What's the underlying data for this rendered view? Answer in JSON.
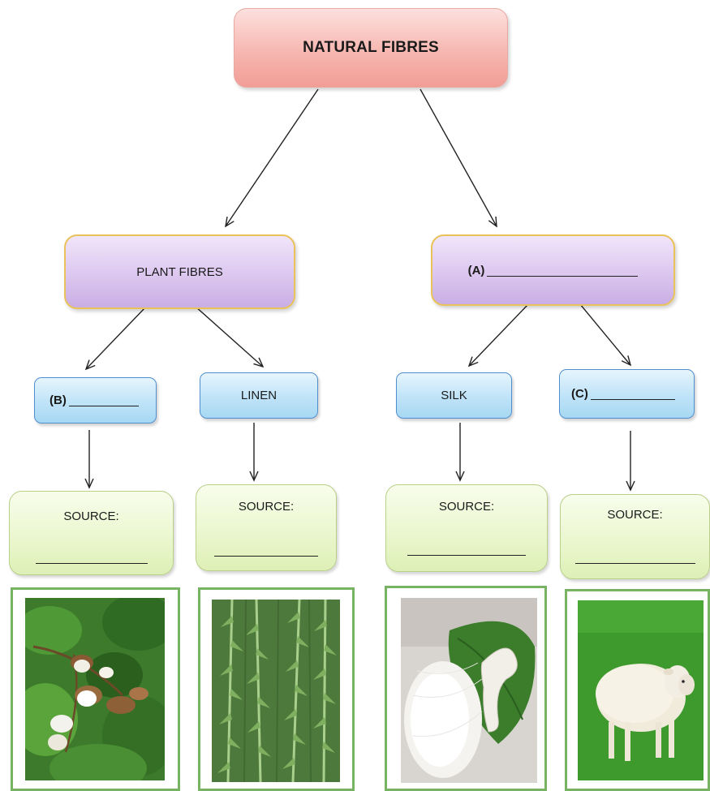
{
  "diagram": {
    "root": {
      "label": "NATURAL FIBRES"
    },
    "categories": [
      {
        "label": "PLANT FIBRES"
      },
      {
        "label": "(A)"
      }
    ],
    "fibres": [
      {
        "label": "(B)"
      },
      {
        "label": "LINEN"
      },
      {
        "label": "SILK"
      },
      {
        "label": "(C)"
      }
    ],
    "sources": [
      {
        "label": "SOURCE:"
      },
      {
        "label": "SOURCE:"
      },
      {
        "label": "SOURCE:"
      },
      {
        "label": "SOURCE:"
      }
    ],
    "photos": [
      {
        "subject": "cotton-plant"
      },
      {
        "subject": "flax-plant"
      },
      {
        "subject": "silkworm-cocoon"
      },
      {
        "subject": "sheep"
      }
    ]
  },
  "colors": {
    "root_fill": "#f7b7b1",
    "category_fill": "#dcc7ef",
    "category_border": "#e9c25a",
    "fibre_fill": "#bfe3f8",
    "fibre_border": "#4f8fcf",
    "source_fill": "#ebf7cf",
    "photo_frame": "#78b364",
    "arrow": "#222222"
  }
}
